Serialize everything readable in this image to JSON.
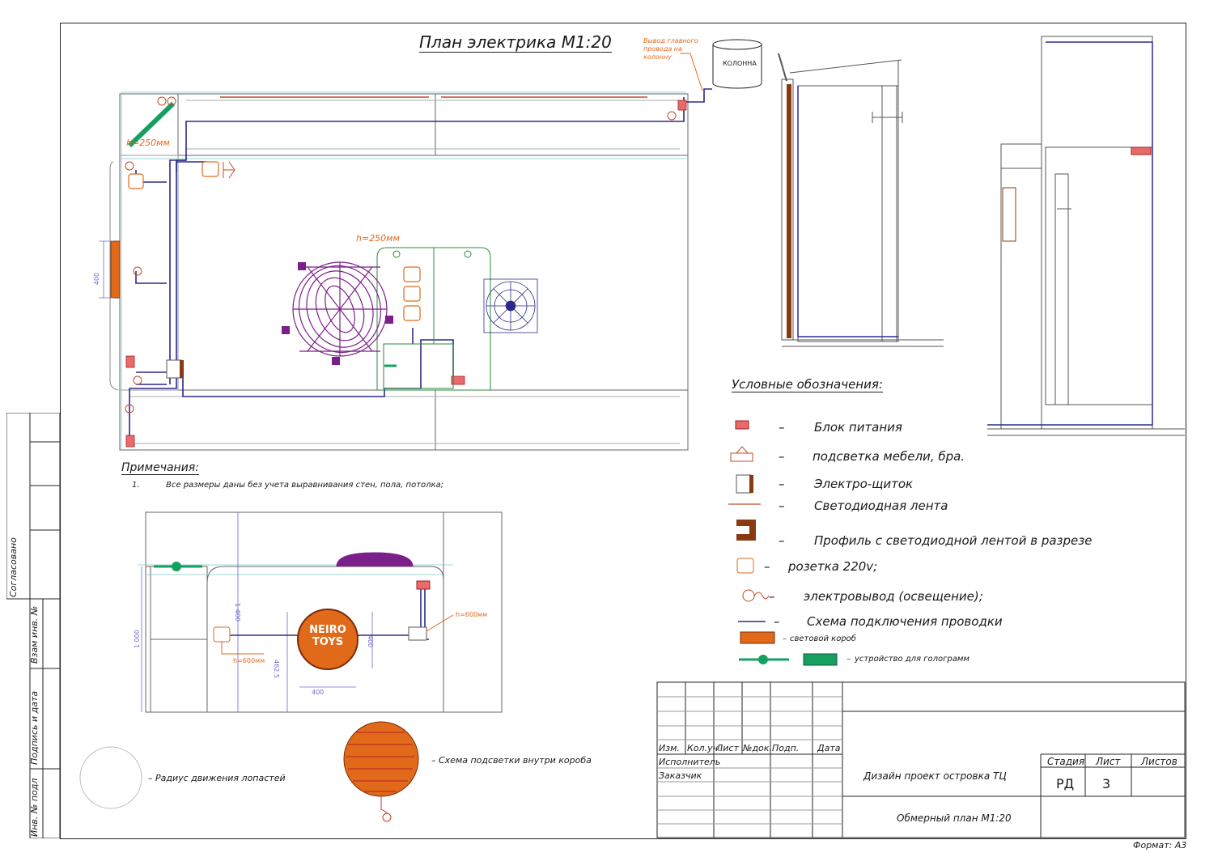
{
  "drawing": {
    "title": "План электрика М1:20",
    "column_label": "КОЛОННА",
    "main_wire_note": "Вывод главного провода на колонну",
    "heights": {
      "h250_a": "h=250мм",
      "h250_b": "h=250мм",
      "h600_a": "h=600мм",
      "h600_b": "h=600мм"
    },
    "dims": {
      "d400_plan": "400",
      "d1000": "1 000",
      "d1400": "1 400",
      "d400_v": "400",
      "d462": "462.5",
      "d400_h": "400"
    },
    "logo_text": [
      "NEIRO",
      "TOYS"
    ]
  },
  "notes": {
    "heading": "Примечания:",
    "items": [
      {
        "num": "1.",
        "text": "Все размеры даны без учета выравнивания стен, пола, потолка;"
      }
    ]
  },
  "legend": {
    "heading": "Условные обозначения:",
    "dash": "–",
    "items": [
      {
        "symbol": "power-block",
        "label": "Блок питания"
      },
      {
        "symbol": "furniture-light",
        "label": "подсветка мебели, бра."
      },
      {
        "symbol": "panel",
        "label": "Электро-щиток"
      },
      {
        "symbol": "led-strip",
        "label": "Светодиодная лента"
      },
      {
        "symbol": "profile",
        "label": "Профиль с светодиодной лентой в разрезе"
      },
      {
        "symbol": "socket",
        "label": "розетка 220v;"
      },
      {
        "symbol": "outlet",
        "label": "электровывод (освещение);"
      },
      {
        "symbol": "wiring",
        "label": "Схема подключения проводки"
      },
      {
        "symbol": "light-box",
        "label": "световой короб"
      },
      {
        "symbol": "hologram",
        "label": "устройство для голограмм"
      }
    ]
  },
  "bottom_captions": {
    "blade_radius": "– Радиус движения лопастей",
    "box_light": "– Схема подсветки внутри короба"
  },
  "title_block": {
    "headers": [
      "Изм.",
      "Кол.уч.",
      "Лист",
      "№док.",
      "Подп.",
      "Дата"
    ],
    "executor": "Исполнитель",
    "customer": "Заказчик",
    "project": "Дизайн проект островка ТЦ",
    "sheet_title": "Обмерный план М1:20",
    "stage_label": "Стадия",
    "sheet_label": "Лист",
    "sheets_label": "Листов",
    "stage": "РД",
    "sheet": "3",
    "sheets": ""
  },
  "side_stamp": {
    "agreed": "Согласовано",
    "ref_inv": "Взам инв. №",
    "sign_date": "Подпись и дата",
    "inv_orig": "Инв. № подл"
  },
  "format": "Формат: А3",
  "colors": {
    "wire": "#2b2a8a",
    "accent": "#e06a1a",
    "red": "#e86a6a",
    "green": "#15a060",
    "purple": "#7b1f8a",
    "drawing_line": "#555555"
  }
}
